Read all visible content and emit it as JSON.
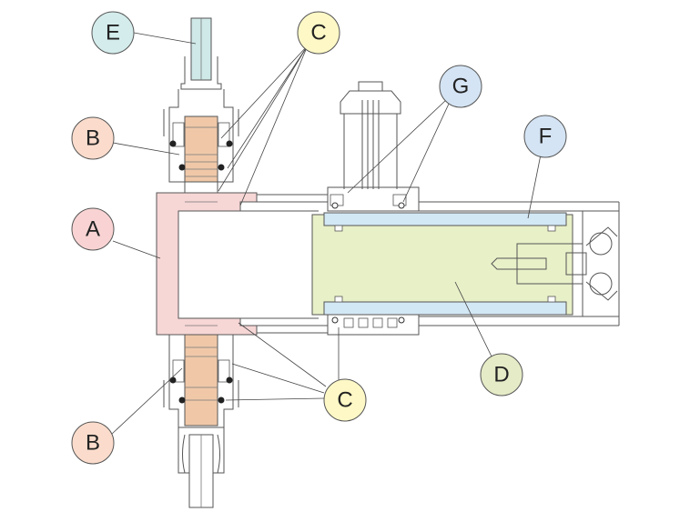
{
  "colors": {
    "E": "#d4ecec",
    "C": "#fdf8c6",
    "B": "#fbdccc",
    "A": "#f9d3d3",
    "G": "#d4e4f4",
    "F": "#d4e4f4",
    "D": "#e4ebc6",
    "part_A": "#f7d6d6",
    "part_D": "#e8f0c8",
    "part_F": "#d3e8f5",
    "part_E": "#cfe8e8",
    "part_B": "#f0c8a8"
  },
  "labels": {
    "E": "E",
    "C_top": "C",
    "B_top": "B",
    "A": "A",
    "G": "G",
    "F": "F",
    "D": "D",
    "C_bottom": "C",
    "B_bottom": "B"
  }
}
